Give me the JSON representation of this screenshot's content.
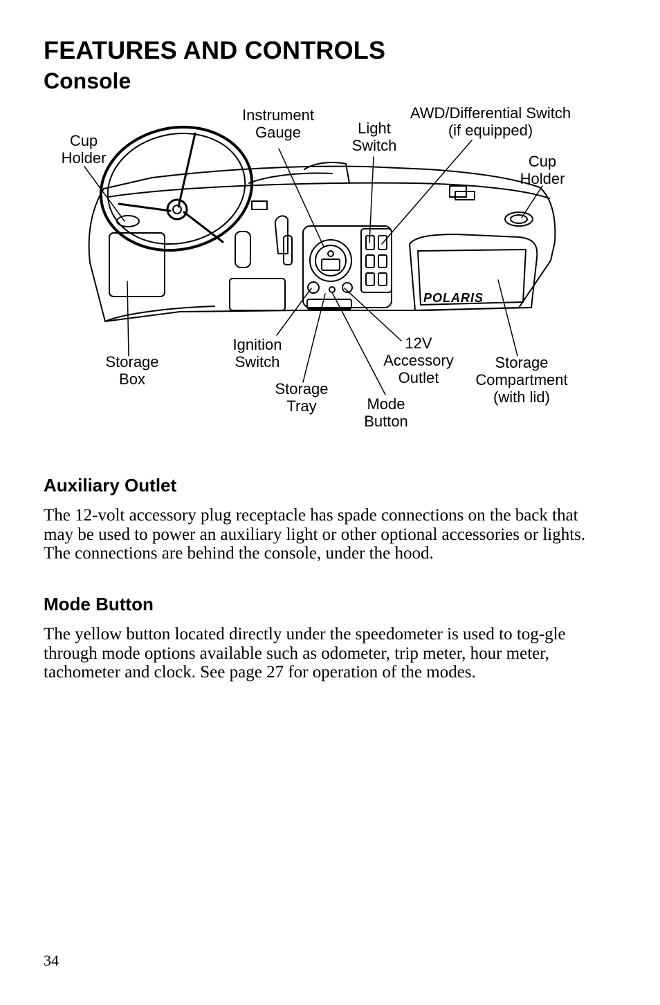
{
  "header": {
    "title": "FEATURES AND CONTROLS",
    "subtitle": "Console"
  },
  "figure": {
    "brand_logo": "POLARIS",
    "labels": {
      "cup_holder_left": "Cup\nHolder",
      "instrument_gauge": "Instrument\nGauge",
      "light_switch": "Light\nSwitch",
      "awd_switch": "AWD/Differential Switch\n(if equipped)",
      "cup_holder_right": "Cup\nHolder",
      "storage_box": "Storage\nBox",
      "ignition_switch": "Ignition\nSwitch",
      "storage_tray": "Storage\nTray",
      "accessory_outlet": "12V\nAccessory\nOutlet",
      "mode_button": "Mode\nButton",
      "storage_compartment": "Storage\nCompartment\n(with lid)"
    }
  },
  "sections": [
    {
      "heading": "Auxiliary Outlet",
      "body": "The 12-volt accessory plug receptacle has spade connections on the back that may be used to power an auxiliary light or other optional accessories or lights. The connections are behind the console, under the hood."
    },
    {
      "heading": "Mode Button",
      "body": "The yellow button located directly under the speedometer is used to tog-gle through mode options available such as odometer, trip meter, hour meter, tachometer and clock. See page 27 for operation of the modes."
    }
  ],
  "footer": {
    "page_number": "34"
  }
}
